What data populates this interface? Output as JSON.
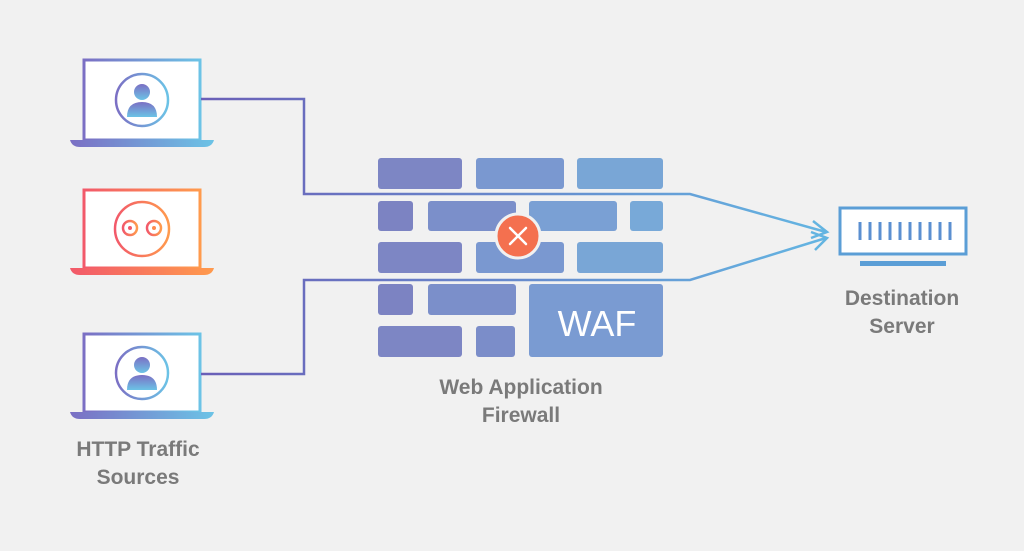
{
  "labels": {
    "sources": [
      "HTTP Traffic",
      "Sources"
    ],
    "firewall": [
      "Web Application",
      "Firewall"
    ],
    "server": [
      "Destination",
      "Server"
    ],
    "waf_badge": "WAF"
  },
  "colors": {
    "background": "#f1f1f1",
    "label_gray": "#7a7a7a",
    "wall_brick_left": "#7c81c2",
    "wall_brick_right": "#7aa2d4",
    "user_gradient_start": "#7b6fc4",
    "user_gradient_end": "#6cc3e6",
    "bot_gradient_start": "#f2596a",
    "bot_gradient_end": "#ff9a4d",
    "blocked_marker": "#f4704f",
    "server_blue": "#5b9ed6"
  },
  "icons": {
    "legit_source_1": "laptop-user-icon",
    "malicious_source": "laptop-bot-icon",
    "legit_source_2": "laptop-user-icon",
    "blocked_marker": "close-icon",
    "destination": "server-icon"
  }
}
